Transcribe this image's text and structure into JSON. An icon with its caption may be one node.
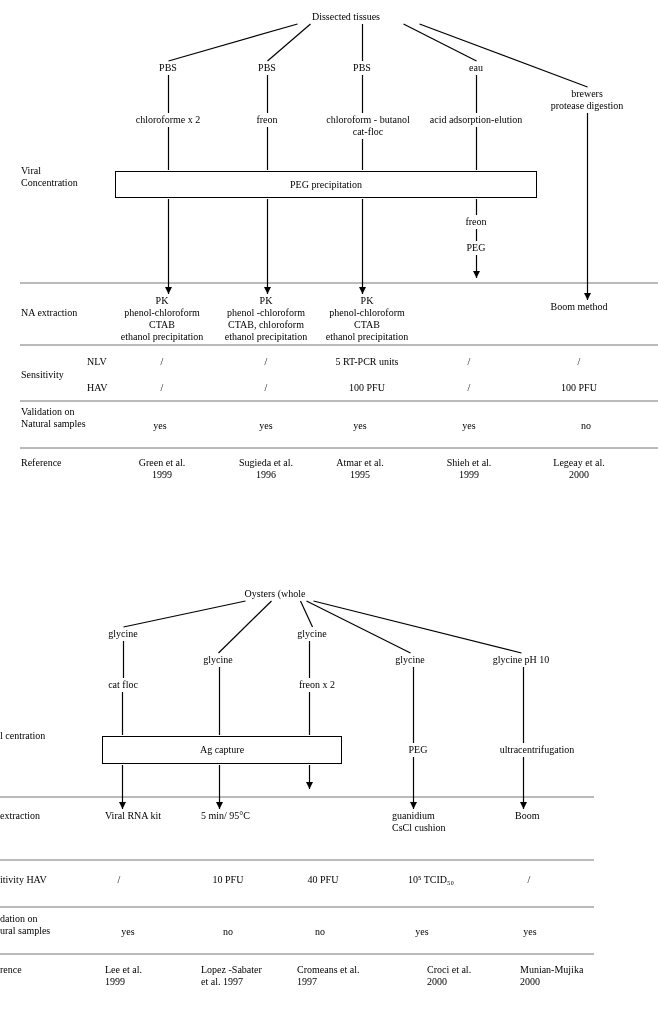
{
  "diagram": {
    "nodes": [
      {
        "text": [
          "Dissected tissues"
        ]
      },
      {
        "text": [
          "PBS"
        ]
      },
      {
        "text": [
          "PBS"
        ]
      },
      {
        "text": [
          "PBS"
        ]
      },
      {
        "text": [
          "eau"
        ]
      },
      {
        "text": [
          "brewers",
          "protease digestion"
        ]
      },
      {
        "text": [
          "chloroforme x 2"
        ]
      },
      {
        "text": [
          "freon"
        ]
      },
      {
        "text": [
          "chloroform - butanol",
          "cat-floc"
        ]
      },
      {
        "text": [
          "acid adsorption-elution"
        ]
      },
      {
        "text": [
          "PEG precipitation"
        ]
      },
      {
        "text": [
          "freon"
        ]
      },
      {
        "text": [
          "PEG"
        ]
      },
      {
        "text": [
          "PK",
          "phenol-chloroform",
          "CTAB",
          "ethanol precipitation"
        ]
      },
      {
        "text": [
          "PK",
          "phenol -chloroform",
          "CTAB, chloroform",
          "ethanol precipitation"
        ]
      },
      {
        "text": [
          "PK",
          "phenol-chloroform",
          "CTAB",
          "ethanol precipitation"
        ]
      },
      {
        "text": [
          "Boom method"
        ]
      },
      {
        "text": [
          "Oysters (whole"
        ]
      },
      {
        "text": [
          "glycine"
        ]
      },
      {
        "text": [
          "glycine"
        ]
      },
      {
        "text": [
          "glycine"
        ]
      },
      {
        "text": [
          "glycine"
        ]
      },
      {
        "text": [
          "glycine pH 10"
        ]
      },
      {
        "text": [
          "cat floc"
        ]
      },
      {
        "text": [
          "freon x 2"
        ]
      },
      {
        "text": [
          "Ag capture"
        ]
      },
      {
        "text": [
          "PEG"
        ]
      },
      {
        "text": [
          "ultracentrifugation"
        ]
      },
      {
        "text": [
          "Viral RNA kit"
        ]
      },
      {
        "text": [
          "5 min/ 95°C"
        ]
      },
      {
        "text": [
          "guanidium",
          "CsCl cushion"
        ]
      },
      {
        "text": [
          "Boom"
        ]
      }
    ],
    "edges": [
      {
        "from": 0,
        "to": 1,
        "arrow": "none"
      },
      {
        "from": 0,
        "to": 2,
        "arrow": "none"
      },
      {
        "from": 0,
        "to": 3,
        "arrow": "none"
      },
      {
        "from": 0,
        "to": 4,
        "arrow": "none"
      },
      {
        "from": 0,
        "to": 5,
        "arrow": "none"
      },
      {
        "from": 1,
        "to": 6,
        "arrow": "none"
      },
      {
        "from": 2,
        "to": 7,
        "arrow": "none"
      },
      {
        "from": 3,
        "to": 8,
        "arrow": "none"
      },
      {
        "from": 4,
        "to": 9,
        "arrow": "none"
      },
      {
        "from": 6,
        "to": 10,
        "arrow": "none"
      },
      {
        "from": 7,
        "to": 10,
        "arrow": "none"
      },
      {
        "from": 8,
        "to": 10,
        "arrow": "none"
      },
      {
        "from": 9,
        "to": 10,
        "arrow": "none"
      },
      {
        "from": 10,
        "to": 13,
        "arrow": "to"
      },
      {
        "from": 10,
        "to": 14,
        "arrow": "to"
      },
      {
        "from": 10,
        "to": 15,
        "arrow": "to"
      },
      {
        "from": 10,
        "to": 11,
        "arrow": "none"
      },
      {
        "from": 11,
        "to": 12,
        "arrow": "none"
      },
      {
        "from": 12,
        "to": null,
        "arrow": "to"
      },
      {
        "from": 5,
        "to": 16,
        "arrow": "to"
      },
      {
        "from": 17,
        "to": 18,
        "arrow": "none"
      },
      {
        "from": 17,
        "to": 19,
        "arrow": "none"
      },
      {
        "from": 17,
        "to": 20,
        "arrow": "none"
      },
      {
        "from": 17,
        "to": 21,
        "arrow": "none"
      },
      {
        "from": 17,
        "to": 22,
        "arrow": "none"
      },
      {
        "from": 18,
        "to": 23,
        "arrow": "none"
      },
      {
        "from": 20,
        "to": 24,
        "arrow": "none"
      },
      {
        "from": 23,
        "to": 25,
        "arrow": "none"
      },
      {
        "from": 19,
        "to": 25,
        "arrow": "none"
      },
      {
        "from": 24,
        "to": 25,
        "arrow": "none"
      },
      {
        "from": 21,
        "to": 26,
        "arrow": "none"
      },
      {
        "from": 22,
        "to": 27,
        "arrow": "none"
      },
      {
        "from": 25,
        "to": 28,
        "arrow": "to"
      },
      {
        "from": 25,
        "to": 29,
        "arrow": "to"
      },
      {
        "from": 25,
        "to": null,
        "arrow": "to"
      },
      {
        "from": 26,
        "to": 30,
        "arrow": "to"
      },
      {
        "from": 27,
        "to": 31,
        "arrow": "to"
      }
    ],
    "labels": [
      "Viral Concentration",
      "NA extraction",
      "NLV",
      "Sensitivity",
      "HAV",
      "/",
      "/",
      "5 RT-PCR units",
      "/",
      "/",
      "/",
      "/",
      "100 PFU",
      "/",
      "100 PFU",
      "Validation on Natural samples",
      "yes",
      "yes",
      "yes",
      "yes",
      "no",
      "Reference",
      "Green et al. 1999",
      "Sugieda et al. 1996",
      "Atmar et al. 1995",
      "Shieh et al. 1999",
      "Legeay et al. 2000",
      "l centration",
      "extraction",
      "itivity HAV",
      "/",
      "10 PFU",
      "40 PFU",
      "10⁵ TCID₅₀",
      "/",
      "dation on ural samples",
      "yes",
      "no",
      "no",
      "yes",
      "yes",
      "rence",
      "Lee et al. 1999",
      "Lopez -Sabater et al. 1997",
      "Cromeans et al. 1997",
      "Croci et al. 2000",
      "Munian-Mujika 2000"
    ]
  }
}
